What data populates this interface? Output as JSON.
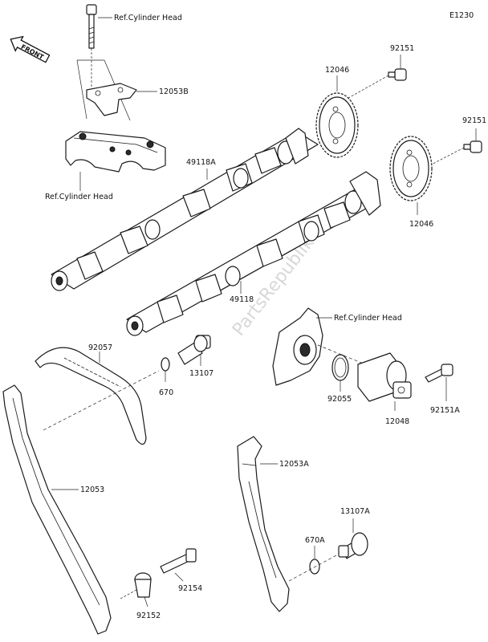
{
  "diagram_code": "E1230",
  "front_marker": "FRONT",
  "watermark": "PartsRepublik",
  "labels": {
    "ref_head_top": "Ref.Cylinder Head",
    "ref_head_mid": "Ref.Cylinder Head",
    "ref_head_right": "Ref.Cylinder Head",
    "p92151_top": "92151",
    "p92151_right": "92151",
    "p12053B": "12053B",
    "p12046_top": "12046",
    "p12046_bottom": "12046",
    "p49118A": "49118A",
    "p49118": "49118",
    "p92057": "92057",
    "p670": "670",
    "p13107": "13107",
    "p92055": "92055",
    "p12048": "12048",
    "p92151A": "92151A",
    "p12053": "12053",
    "p12053A": "12053A",
    "p13107A": "13107A",
    "p670A": "670A",
    "p92154": "92154",
    "p92152": "92152"
  }
}
